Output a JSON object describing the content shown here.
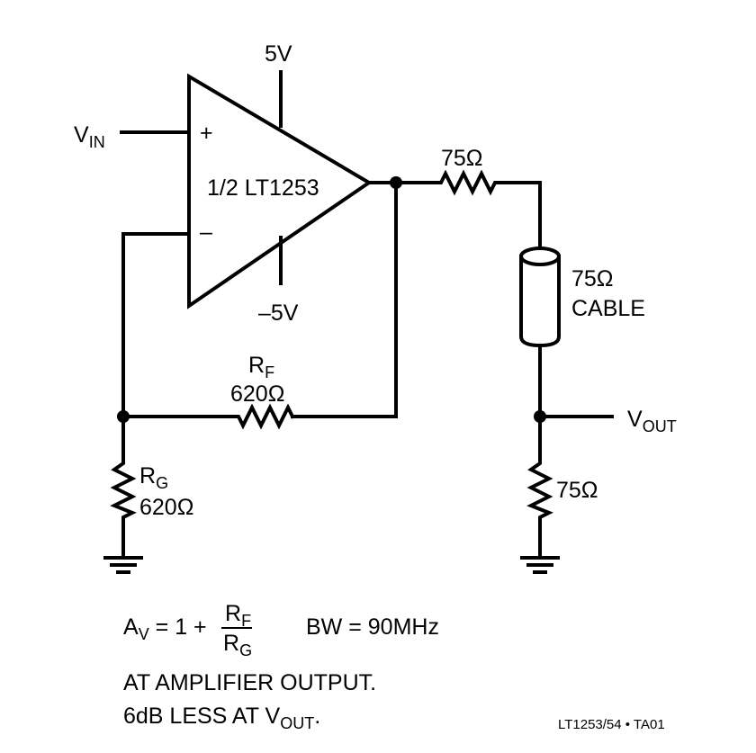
{
  "amplifier": {
    "label": "1/2 LT1253",
    "plus": "+",
    "minus": "–",
    "supply_pos": "5V",
    "supply_neg": "–5V"
  },
  "input": {
    "label": "V",
    "sub": "IN"
  },
  "output": {
    "label": "V",
    "sub": "OUT"
  },
  "rf": {
    "label": "R",
    "sub": "F",
    "value": "620Ω"
  },
  "rg": {
    "label": "R",
    "sub": "G",
    "value": "620Ω"
  },
  "r_series": {
    "value": "75Ω"
  },
  "cable": {
    "value": "75Ω",
    "label": "CABLE"
  },
  "r_load": {
    "value": "75Ω"
  },
  "formula": {
    "av": "A",
    "av_sub": "V",
    "eq": " = 1 + ",
    "num": "R",
    "num_sub": "F",
    "den": "R",
    "den_sub": "G",
    "bw": "BW = 90MHz"
  },
  "notes": {
    "line1": "AT AMPLIFIER OUTPUT.",
    "line2": "6dB LESS AT V",
    "line2_sub": "OUT",
    "line2_end": "."
  },
  "footer": "LT1253/54 • TA01"
}
